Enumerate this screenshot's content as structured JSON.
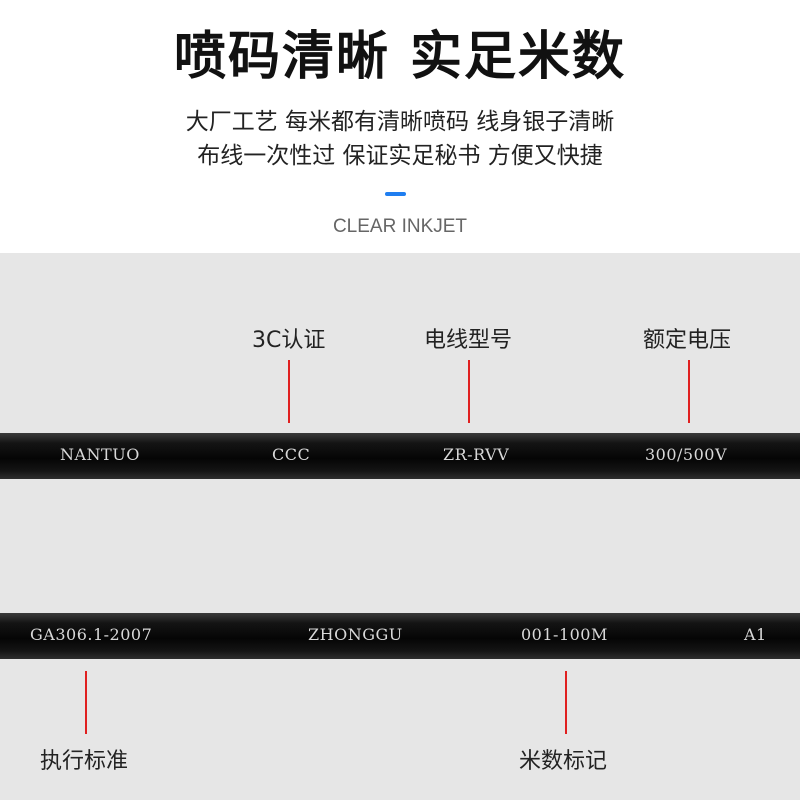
{
  "header": {
    "title": "喷码清晰 实足米数",
    "subtitle_line1": "大厂工艺 每米都有清晰喷码 线身银子清晰",
    "subtitle_line2": "布线一次性过 保证实足秘书 方便又快捷",
    "english_caption": "CLEAR INKJET",
    "accent_color": "#1f7ef0"
  },
  "callouts_top": {
    "cert": "3C认证",
    "model": "电线型号",
    "voltage": "额定电压"
  },
  "cable1": {
    "brand": "NANTUO",
    "cert": "CCC",
    "model": "ZR-RVV",
    "voltage": "300/500V"
  },
  "cable2": {
    "standard": "GA306.1-2007",
    "maker": "ZHONGGU",
    "meter": "001-100M",
    "grade": "A1"
  },
  "callouts_bottom": {
    "standard": "执行标准",
    "meter": "米数标记"
  },
  "colors": {
    "indicator_line": "#e02020",
    "panel_background": "#e6e6e6",
    "cable": "#0a0a0a"
  }
}
